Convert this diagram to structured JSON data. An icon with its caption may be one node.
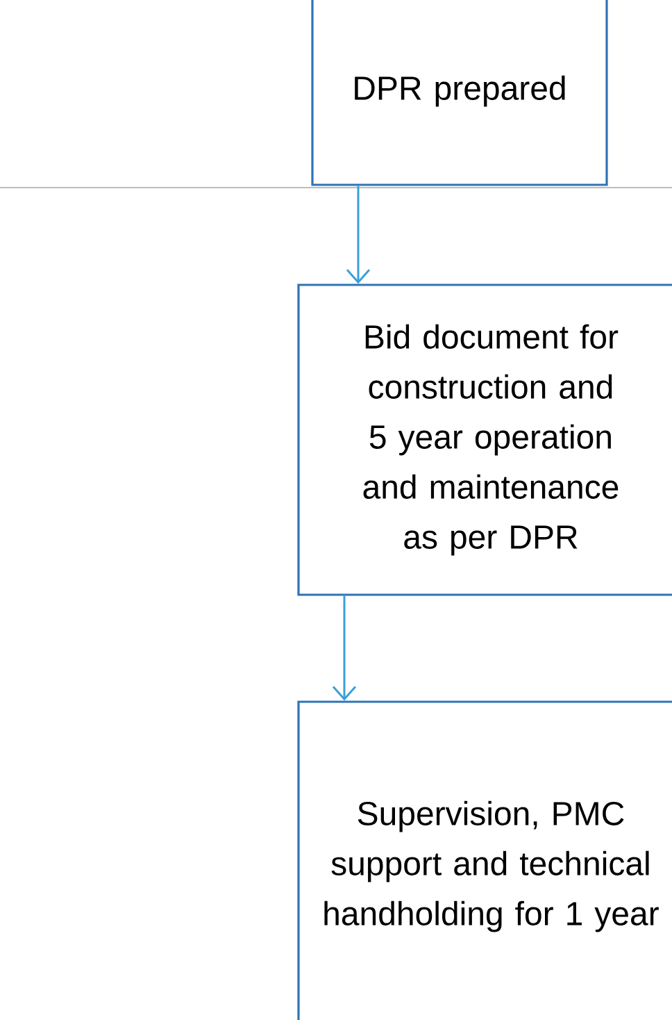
{
  "diagram": {
    "nodes": [
      {
        "text": [
          "DPR prepared"
        ]
      },
      {
        "text": [
          "Bid document for construction and 5 year operation and maintenance as per DPR"
        ]
      },
      {
        "text": [
          "Supervision, PMC support and technical handholding for 1 year"
        ]
      }
    ],
    "edges": [
      {
        "from": 0,
        "to": 1,
        "arrow": "to"
      },
      {
        "from": 1,
        "to": 2,
        "arrow": "to"
      }
    ]
  }
}
